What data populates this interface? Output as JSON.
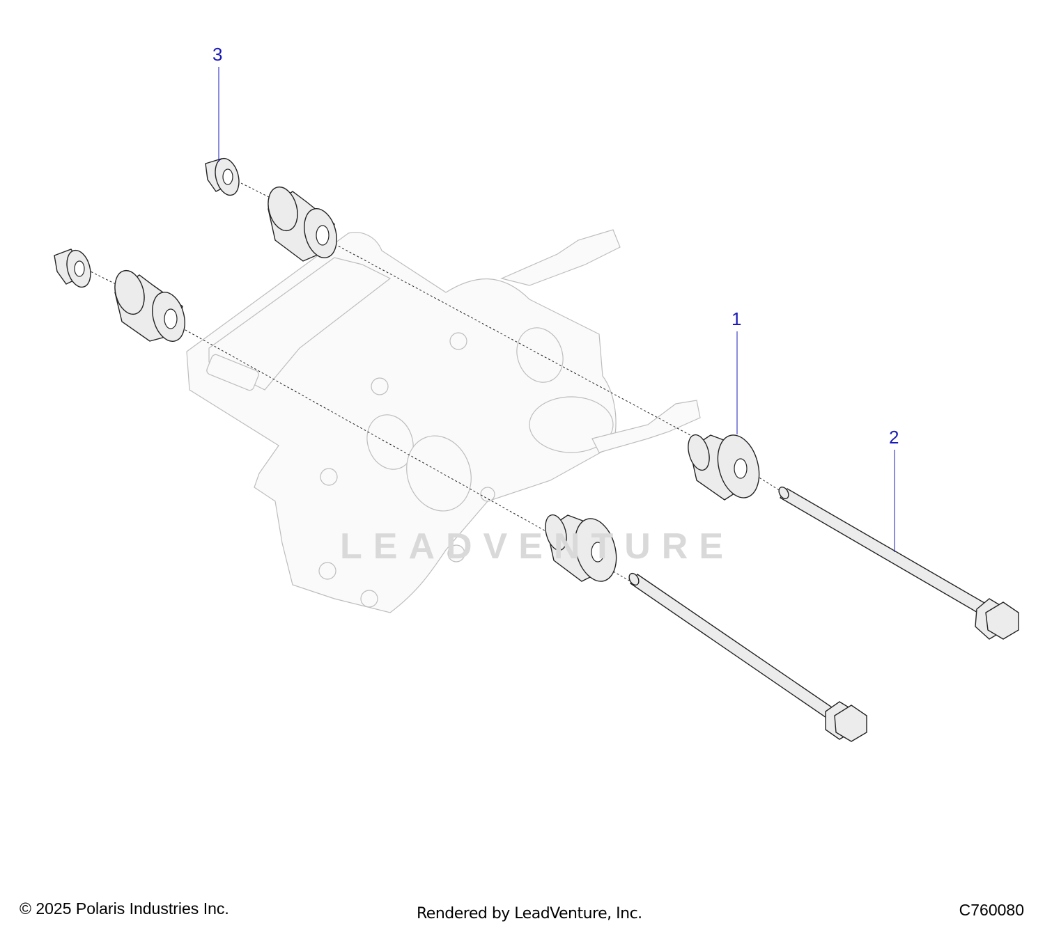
{
  "callouts": [
    {
      "id": "1",
      "label": "1"
    },
    {
      "id": "2",
      "label": "2"
    },
    {
      "id": "3",
      "label": "3"
    }
  ],
  "watermark": {
    "text": "LEADVENTURE"
  },
  "footer": {
    "copyright": "© 2025 Polaris Industries Inc.",
    "rendered_by": "Rendered by LeadVenture, Inc.",
    "diagram_code": "C760080"
  },
  "colors": {
    "callout": "#1a1ab8",
    "part_fill": "#ececec",
    "housing_line": "#bdbdbd"
  }
}
